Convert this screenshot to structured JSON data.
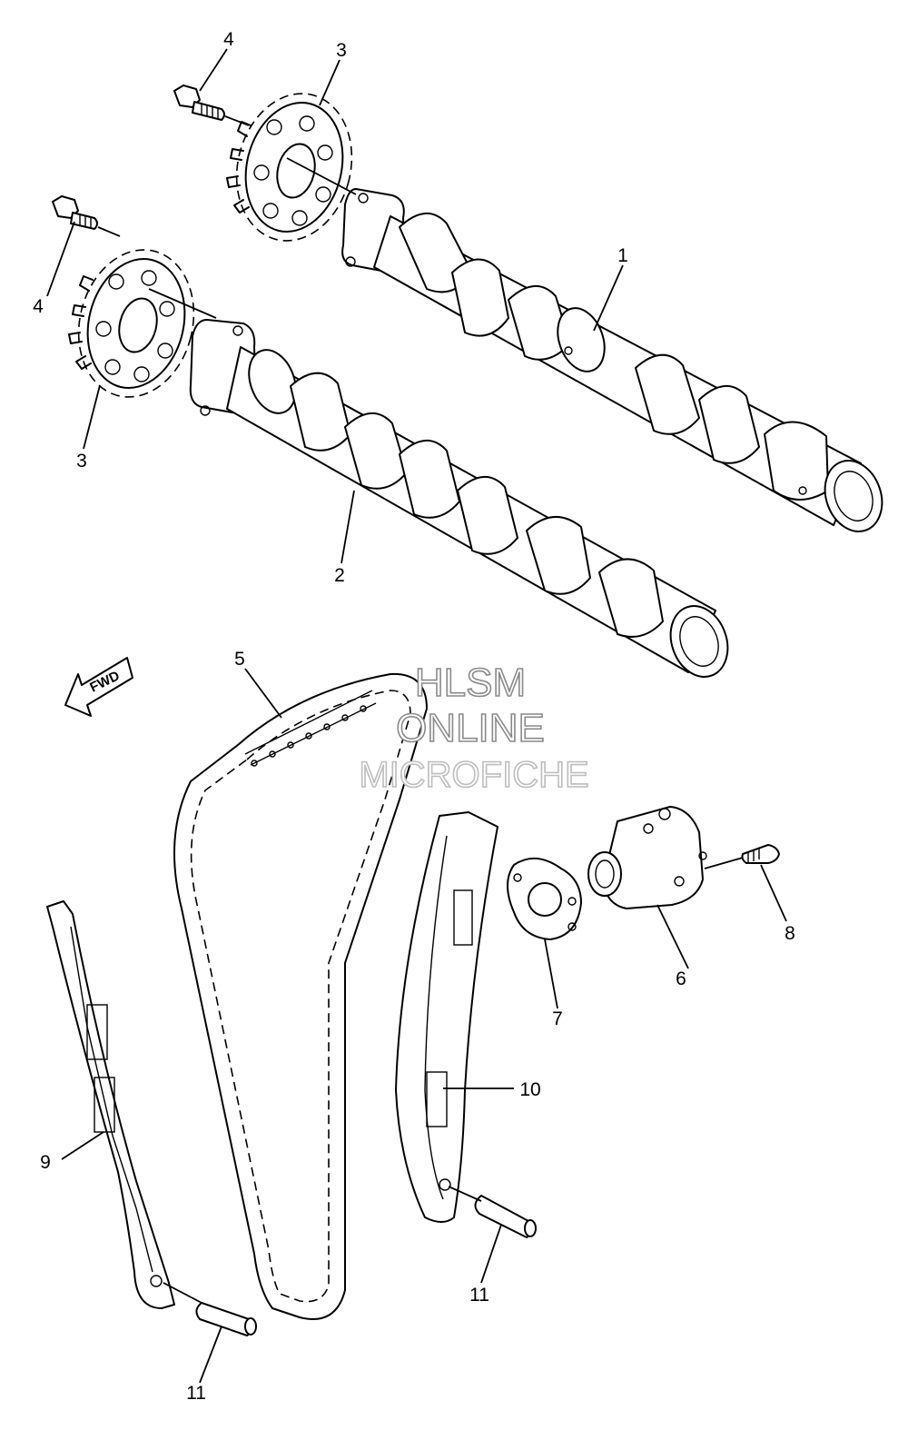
{
  "callouts": {
    "c1": "1",
    "c2": "2",
    "c3a": "3",
    "c3b": "3",
    "c4a": "4",
    "c4b": "4",
    "c5": "5",
    "c6": "6",
    "c7": "7",
    "c8": "8",
    "c9": "9",
    "c10": "10",
    "c11a": "11",
    "c11b": "11"
  },
  "fwd_label": "FWD",
  "watermark": {
    "line1": "HLSM",
    "line2": "ONLINE",
    "line3": "MICROFICHE"
  }
}
